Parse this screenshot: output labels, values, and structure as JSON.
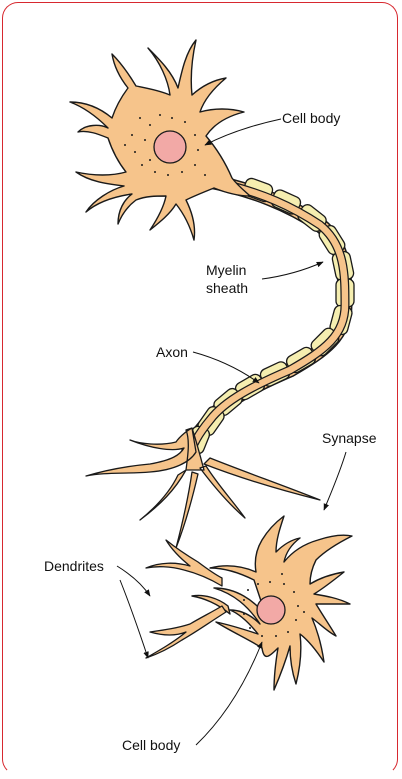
{
  "labels": {
    "cell_body_top": "Cell body",
    "myelin_line1": "Myelin",
    "myelin_line2": "sheath",
    "axon": "Axon",
    "synapse": "Synapse",
    "dendrites": "Dendrites",
    "cell_body_bottom": "Cell body"
  },
  "colors": {
    "border": "#d7282f",
    "cytoplasm": "#f6c48b",
    "nucleus": "#f2a9a6",
    "myelin": "#f5eeb0",
    "outline": "#1a1a1a"
  }
}
